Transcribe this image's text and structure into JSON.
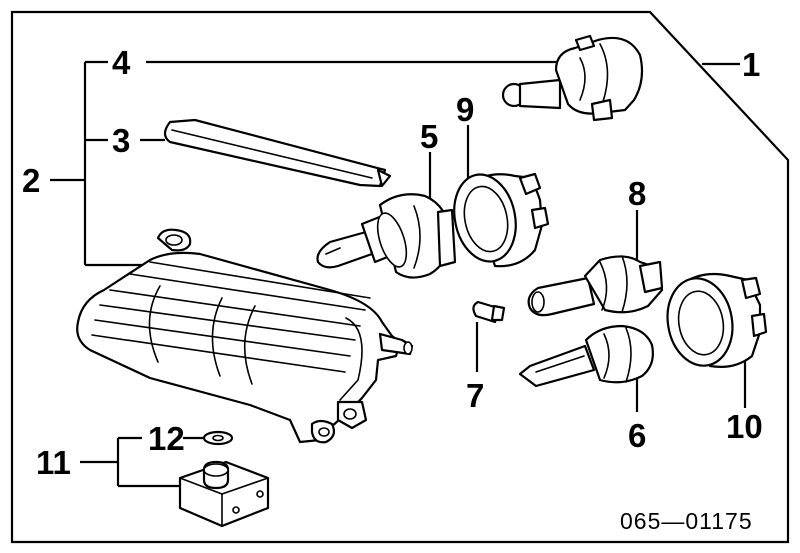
{
  "callouts": {
    "c1": "1",
    "c2": "2",
    "c3": "3",
    "c4": "4",
    "c5": "5",
    "c6": "6",
    "c7": "7",
    "c8": "8",
    "c9": "9",
    "c10": "10",
    "c11": "11",
    "c12": "12"
  },
  "drawing_code": "065—01175"
}
